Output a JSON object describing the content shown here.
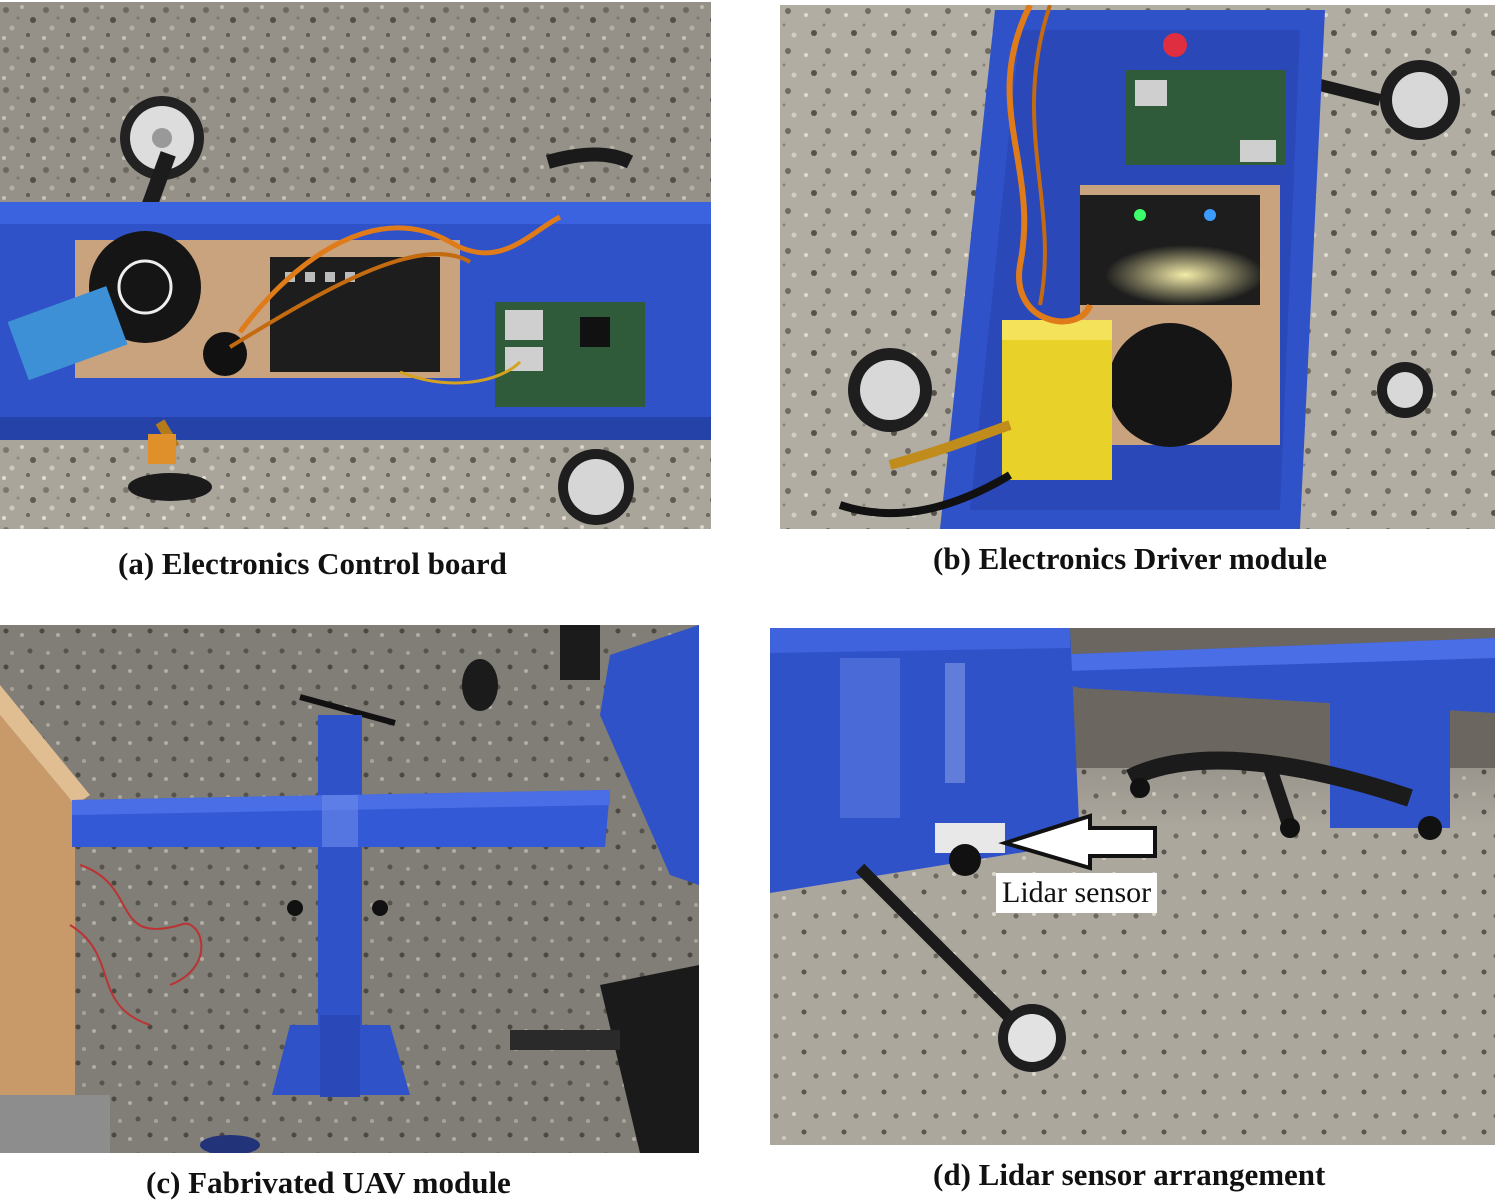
{
  "figure": {
    "panels": [
      {
        "id": "a",
        "caption": "(a) Electronics Control board"
      },
      {
        "id": "b",
        "caption": "(b) Electronics Driver module"
      },
      {
        "id": "c",
        "caption": "(c) Fabrivated UAV module"
      },
      {
        "id": "d",
        "caption": "(d) Lidar sensor arrangement",
        "annotation": "Lidar sensor"
      }
    ]
  },
  "colors": {
    "fuselage_blue": "#2f52c9",
    "floor_gray": "#a9a49a",
    "pcb_green": "#2f5b3a",
    "battery_yellow": "#e8d22a"
  }
}
